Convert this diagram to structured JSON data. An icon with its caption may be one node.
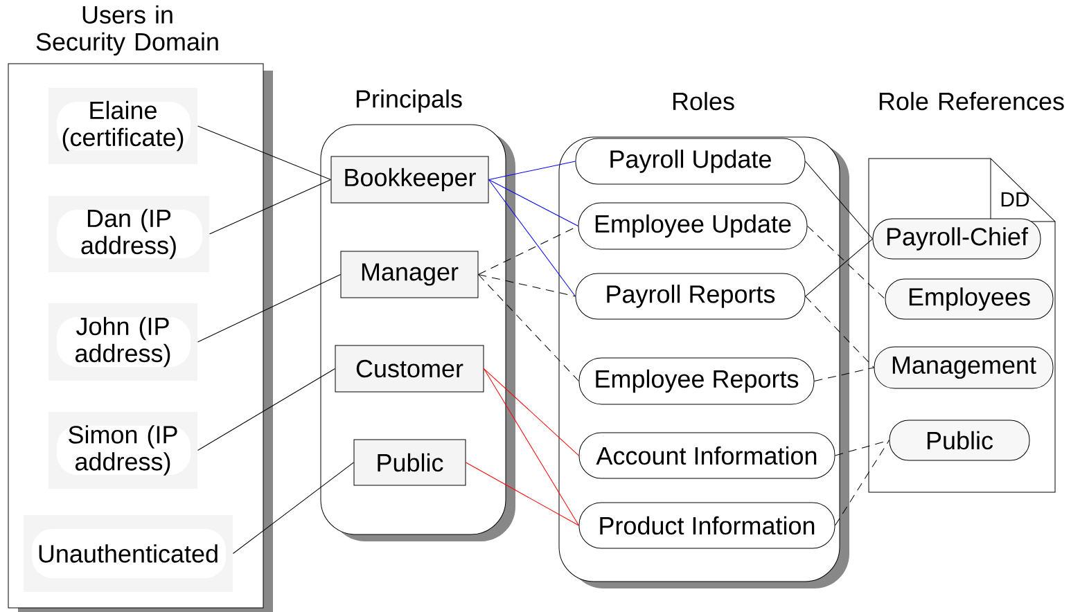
{
  "diagram": {
    "nodes": [
      {
        "text": [
          "Users in Security Domain"
        ]
      },
      {
        "text": [
          "Elaine (certificate)"
        ],
        "in": 0
      },
      {
        "text": [
          "Dan (IP address)"
        ],
        "in": 0
      },
      {
        "text": [
          "John (IP address)"
        ],
        "in": 0
      },
      {
        "text": [
          "Simon (IP address)"
        ],
        "in": 0
      },
      {
        "text": [
          "Unauthenticated"
        ],
        "in": 0
      },
      {
        "text": [
          "Principals"
        ]
      },
      {
        "text": [
          "Bookkeeper"
        ],
        "in": 6
      },
      {
        "text": [
          "Manager"
        ],
        "in": 6
      },
      {
        "text": [
          "Customer"
        ],
        "in": 6
      },
      {
        "text": [
          "Public"
        ],
        "in": 6
      },
      {
        "text": [
          "Roles"
        ]
      },
      {
        "text": [
          "Payroll Update"
        ],
        "in": 11
      },
      {
        "text": [
          "Employee Update"
        ],
        "in": 11
      },
      {
        "text": [
          "Payroll Reports"
        ],
        "in": 11
      },
      {
        "text": [
          "Employee Reports"
        ],
        "in": 11
      },
      {
        "text": [
          "Account Information"
        ],
        "in": 11
      },
      {
        "text": [
          "Product Information"
        ],
        "in": 11
      },
      {
        "text": [
          "Role References",
          "DD"
        ]
      },
      {
        "text": [
          "Payroll-Chief"
        ],
        "in": 18
      },
      {
        "text": [
          "Employees"
        ],
        "in": 18
      },
      {
        "text": [
          "Management"
        ],
        "in": 18
      },
      {
        "text": [
          "Public"
        ],
        "in": 18
      }
    ],
    "edges": [
      {
        "from": 1,
        "to": 7,
        "arrow": "none"
      },
      {
        "from": 2,
        "to": 7,
        "arrow": "none"
      },
      {
        "from": 3,
        "to": 8,
        "arrow": "none"
      },
      {
        "from": 4,
        "to": 9,
        "arrow": "none"
      },
      {
        "from": 5,
        "to": 10,
        "arrow": "none"
      },
      {
        "from": 7,
        "to": 12,
        "arrow": "none",
        "color": "#0000ff"
      },
      {
        "from": 7,
        "to": 13,
        "arrow": "none",
        "color": "#0000ff"
      },
      {
        "from": 7,
        "to": 14,
        "arrow": "none",
        "color": "#0000ff"
      },
      {
        "from": 8,
        "to": 13,
        "arrow": "none",
        "style": "dashed"
      },
      {
        "from": 8,
        "to": 14,
        "arrow": "none",
        "style": "dashed"
      },
      {
        "from": 8,
        "to": 15,
        "arrow": "none",
        "style": "dashed"
      },
      {
        "from": 9,
        "to": 16,
        "arrow": "none",
        "color": "#ff0000"
      },
      {
        "from": 9,
        "to": 17,
        "arrow": "none",
        "color": "#ff0000"
      },
      {
        "from": 10,
        "to": 17,
        "arrow": "none",
        "color": "#ff0000"
      },
      {
        "from": 12,
        "to": 19,
        "arrow": "none"
      },
      {
        "from": 14,
        "to": 19,
        "arrow": "none"
      },
      {
        "from": 13,
        "to": 20,
        "arrow": "none",
        "style": "dashed"
      },
      {
        "from": 14,
        "to": 21,
        "arrow": "none",
        "style": "dashed"
      },
      {
        "from": 15,
        "to": 21,
        "arrow": "none",
        "style": "dashed"
      },
      {
        "from": 16,
        "to": 22,
        "arrow": "none",
        "style": "dashed"
      },
      {
        "from": 17,
        "to": 22,
        "arrow": "none",
        "style": "dashed"
      }
    ]
  }
}
